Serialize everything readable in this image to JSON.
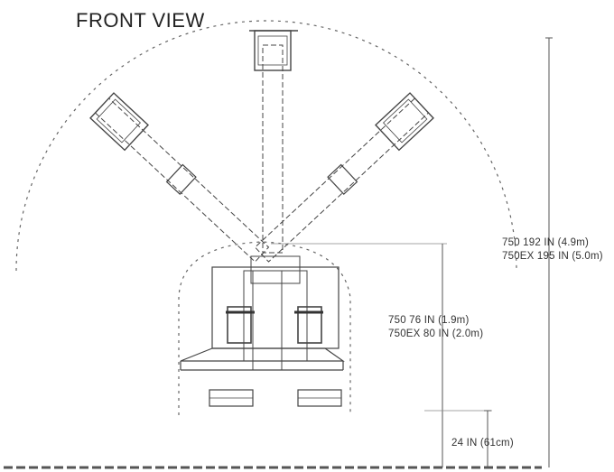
{
  "title": "FRONT VIEW",
  "dimensions": {
    "overall_height": {
      "line1": "750   192 IN (4.9m)",
      "line2": "750EX 195 IN (5.0m)"
    },
    "pivot_height": {
      "line1": "750   76 IN (1.9m)",
      "line2": "750EX 80 IN (2.0m)"
    },
    "ground_clearance": "24 IN (61cm)"
  },
  "colors": {
    "line": "#444444",
    "text": "#333333"
  }
}
